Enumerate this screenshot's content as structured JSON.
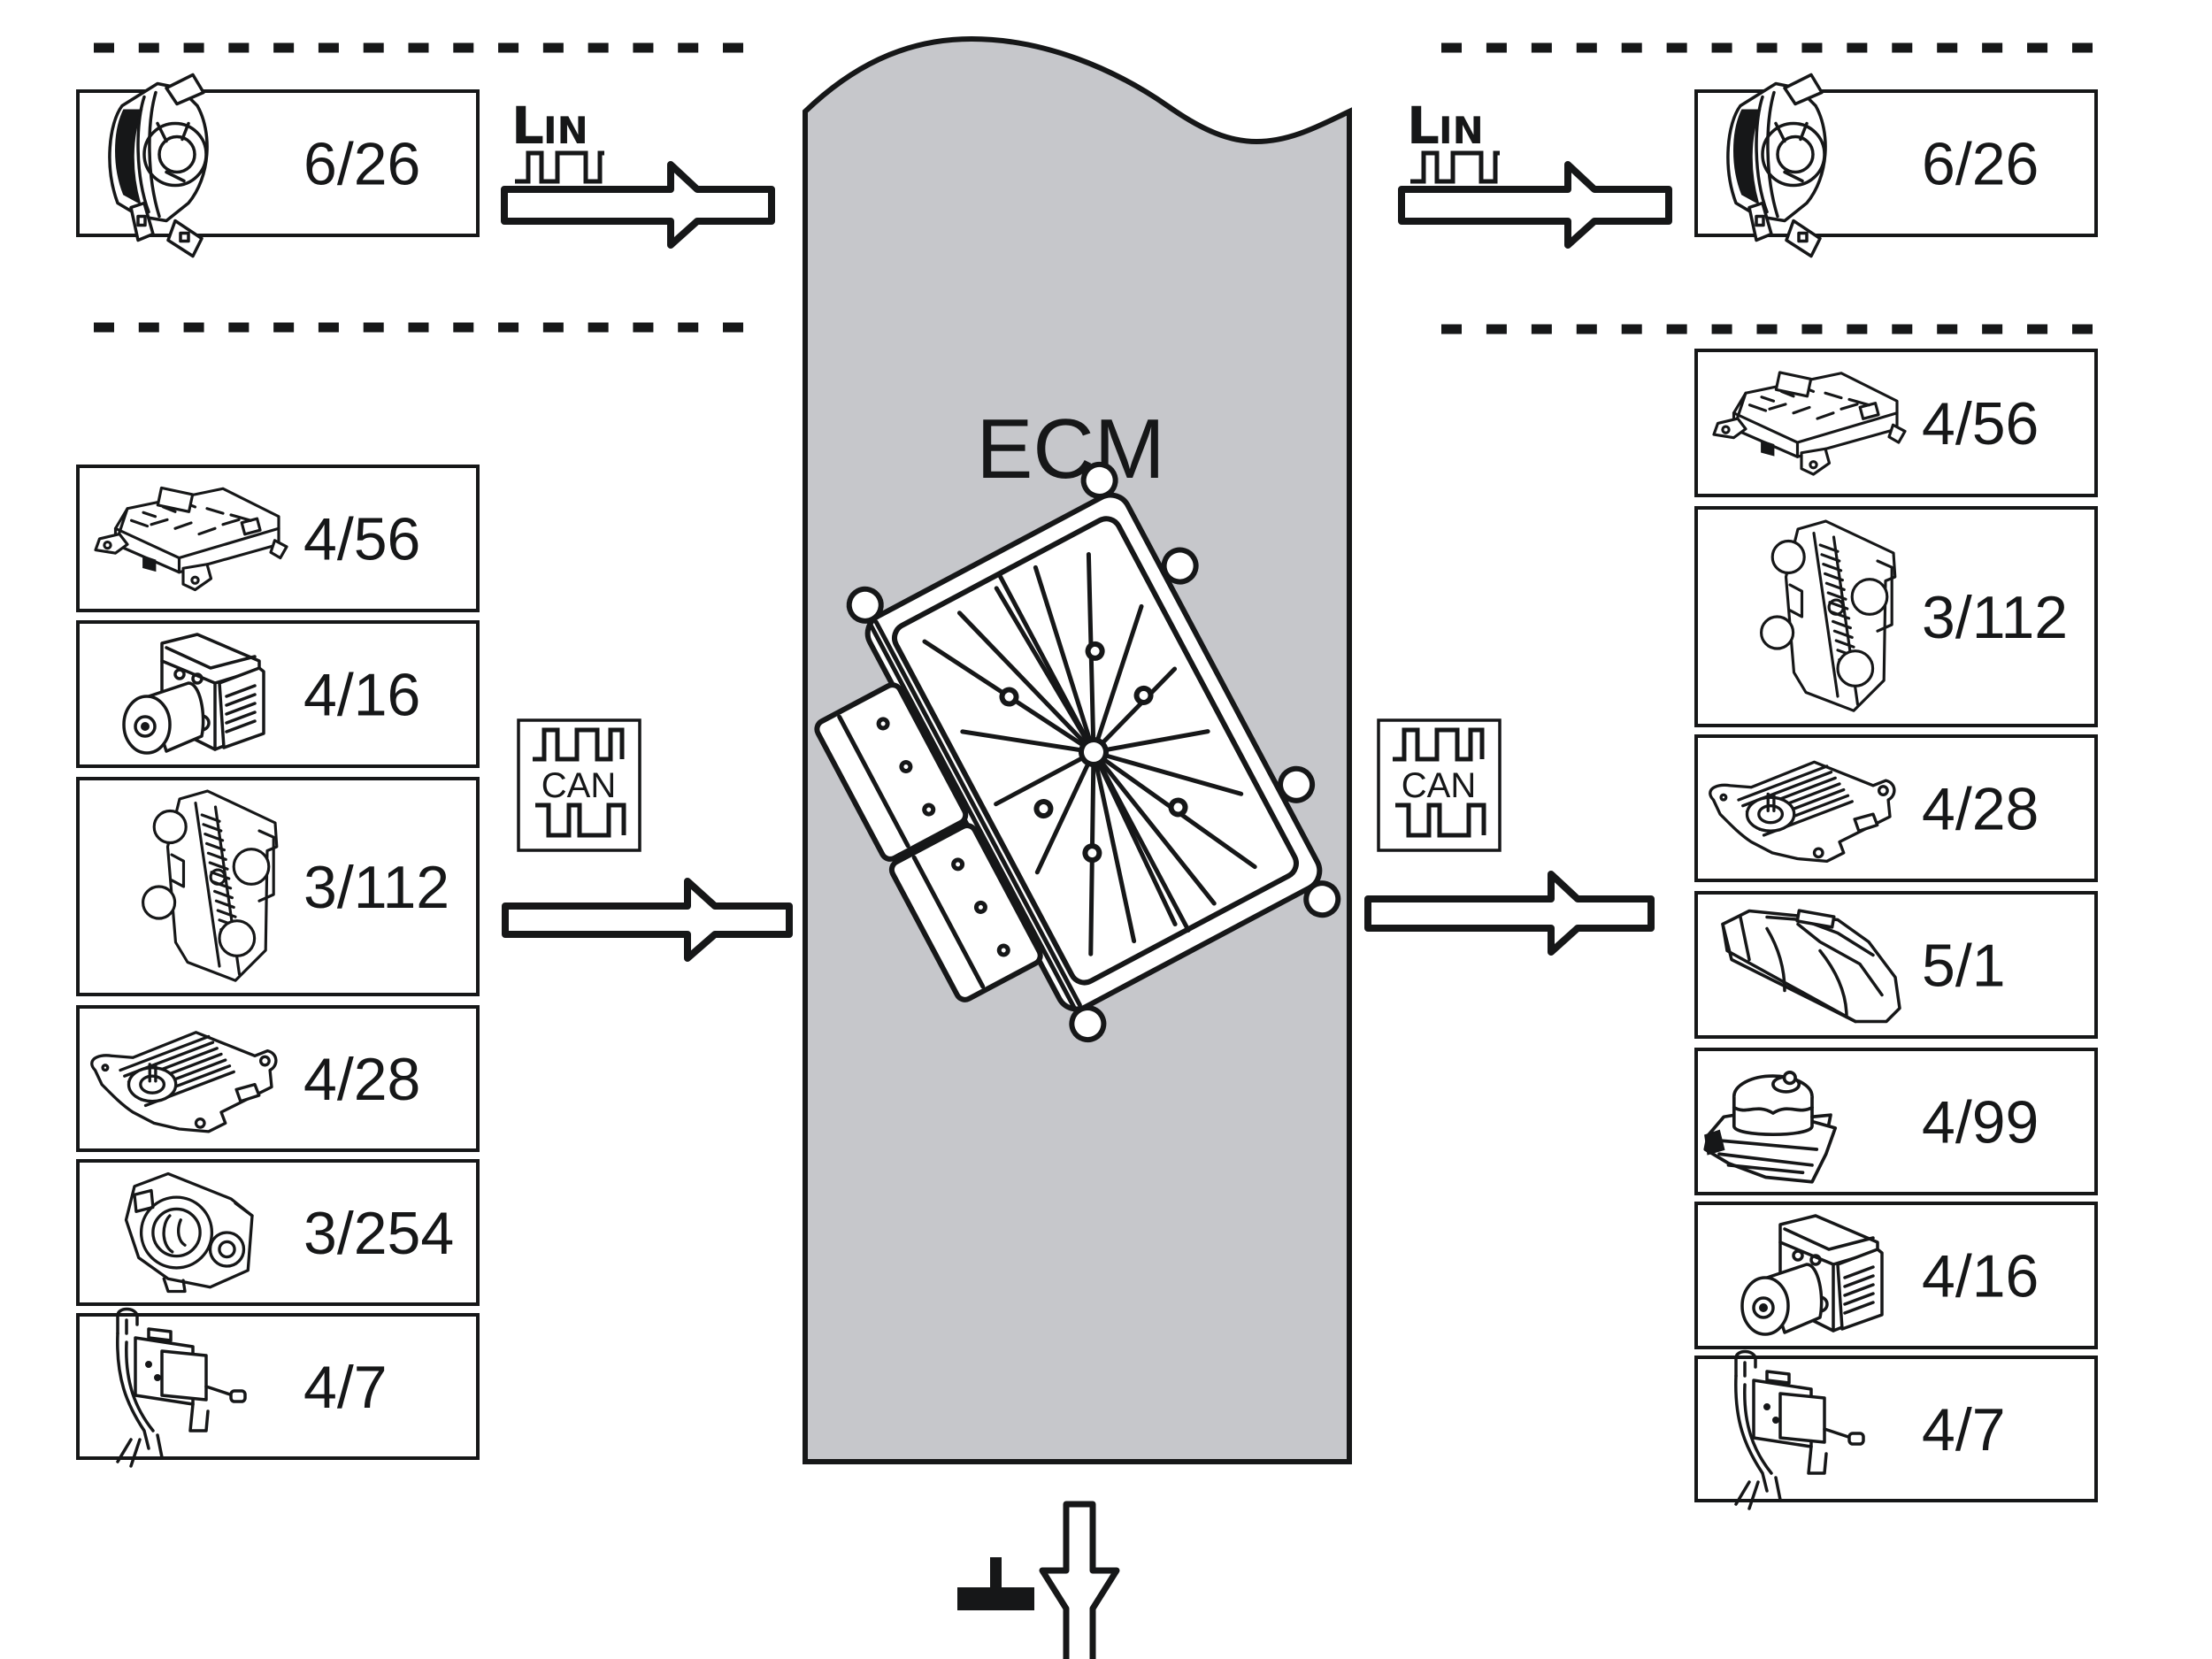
{
  "diagram": {
    "title": "ECM",
    "colors": {
      "ecm_fill": "#c6c7cb",
      "ink": "#161718",
      "background": "#ffffff"
    },
    "buses": {
      "lin": {
        "label_big": "L",
        "label_small": "IN",
        "name": "LIN"
      },
      "can": {
        "label": "CAN"
      }
    },
    "ground": {
      "name": "ground-connection"
    },
    "inputs": {
      "lin": [
        {
          "label": "6/26",
          "icon": "alternator-icon"
        }
      ],
      "can": [
        {
          "label": "4/56",
          "icon": "fuse-relay-module-icon"
        },
        {
          "label": "4/16",
          "icon": "abs-module-icon"
        },
        {
          "label": "3/112",
          "icon": "climate-control-panel-icon"
        },
        {
          "label": "4/28",
          "icon": "flap-actuator-icon"
        },
        {
          "label": "3/254",
          "icon": "steering-angle-sensor-icon"
        },
        {
          "label": "4/7",
          "icon": "brake-booster-icon"
        }
      ]
    },
    "outputs": {
      "lin": [
        {
          "label": "6/26",
          "icon": "alternator-icon"
        }
      ],
      "can": [
        {
          "label": "4/56",
          "icon": "fuse-relay-module-icon"
        },
        {
          "label": "3/112",
          "icon": "climate-control-panel-icon"
        },
        {
          "label": "4/28",
          "icon": "flap-actuator-icon"
        },
        {
          "label": "5/1",
          "icon": "instrument-cluster-icon"
        },
        {
          "label": "4/99",
          "icon": "pump-module-icon"
        },
        {
          "label": "4/16",
          "icon": "abs-module-icon"
        },
        {
          "label": "4/7",
          "icon": "brake-booster-icon"
        }
      ]
    }
  }
}
